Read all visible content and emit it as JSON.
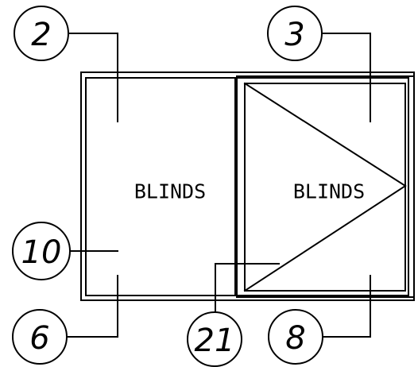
{
  "diagram": {
    "panels": {
      "left": {
        "label": "BLINDS"
      },
      "right": {
        "label": "BLINDS"
      }
    },
    "callouts": {
      "top_left": "2",
      "top_right": "3",
      "mid_left": "10",
      "bottom_left": "6",
      "bottom_center": "21",
      "bottom_right": "8"
    }
  }
}
